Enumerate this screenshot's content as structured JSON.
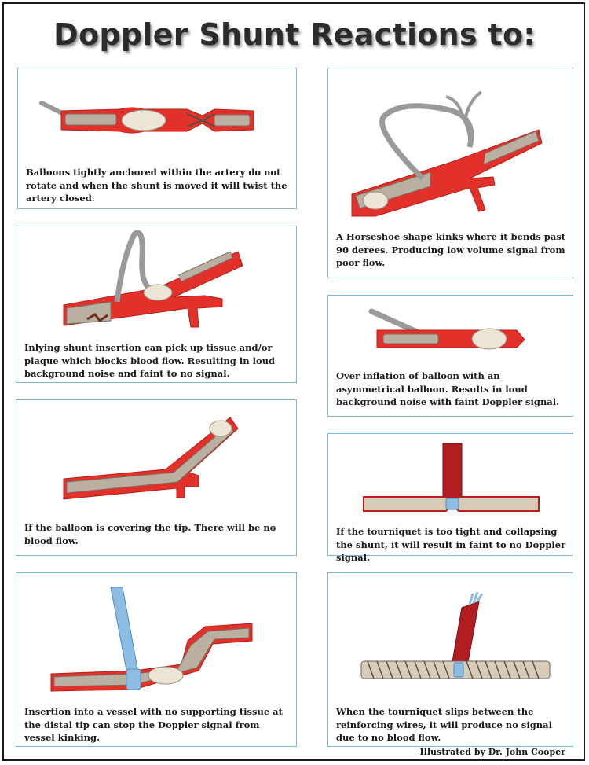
{
  "title": "Doppler Shunt Reactions to:",
  "panels": [
    {
      "caption": "Balloons tightly anchored within the artery do not rotate and when the shunt is moved it will twist the artery closed."
    },
    {
      "caption": "A Horseshoe shape kinks where it bends past 90 derees.  Producing low volume signal from poor flow."
    },
    {
      "caption": "Inlying shunt insertion can pick up tissue and/or plaque which blocks blood flow.  Resulting in loud background noise and faint to no signal."
    },
    {
      "caption": "Over inflation of balloon with an asymmetrical balloon.  Results in loud background noise with faint Doppler signal."
    },
    {
      "caption": "If the balloon is covering the tip. There will be no blood flow."
    },
    {
      "caption": "If the tourniquet is too tight and collapsing the shunt, it will result in faint to no Doppler signal."
    },
    {
      "caption": "Insertion into a vessel with no supporting tissue at the distal tip can stop the Doppler signal from vessel kinking."
    },
    {
      "caption": "When the tourniquet slips between the reinforcing wires, it will produce no signal due to no blood flow."
    }
  ],
  "credit": "Illustrated by Dr. John Cooper",
  "colors": {
    "artery": "#e2302a",
    "arteryDark": "#b81f1a",
    "shunt": "#b9b0a2",
    "balloon": "#ece4d4",
    "tourniquet": "#b01e22",
    "tie": "#8dbde3",
    "border": "#7fb6d9"
  }
}
